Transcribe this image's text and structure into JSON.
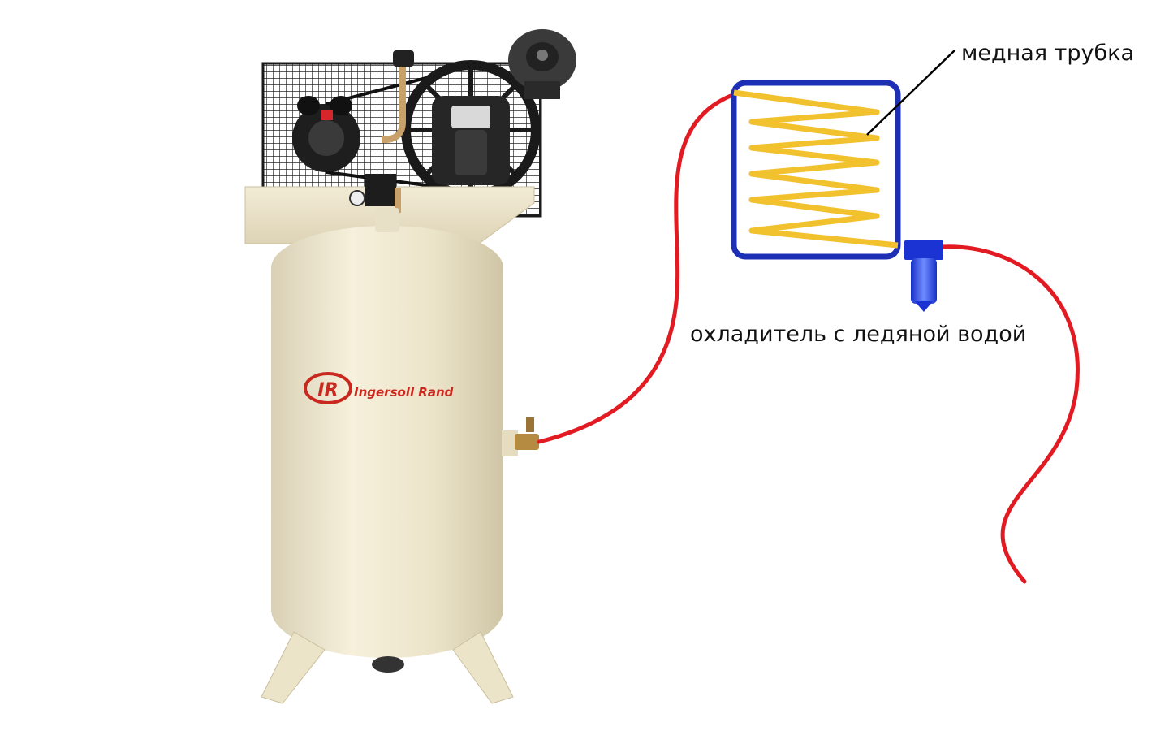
{
  "labels": {
    "copper_tube": "медная трубка",
    "chiller": "охладитель с ледяной водой"
  },
  "brand": {
    "mark": "IR",
    "name": "Ingersoll Rand"
  },
  "colors": {
    "hose": "#e21b23",
    "chiller_box": "#1d2fb5",
    "coil": "#f2c12e",
    "filter": "#1c33d4",
    "tank": "#f1ead3",
    "brand": "#c8281e"
  },
  "icons": {
    "compressor": "air-compressor-icon",
    "filter": "water-separator-icon"
  }
}
